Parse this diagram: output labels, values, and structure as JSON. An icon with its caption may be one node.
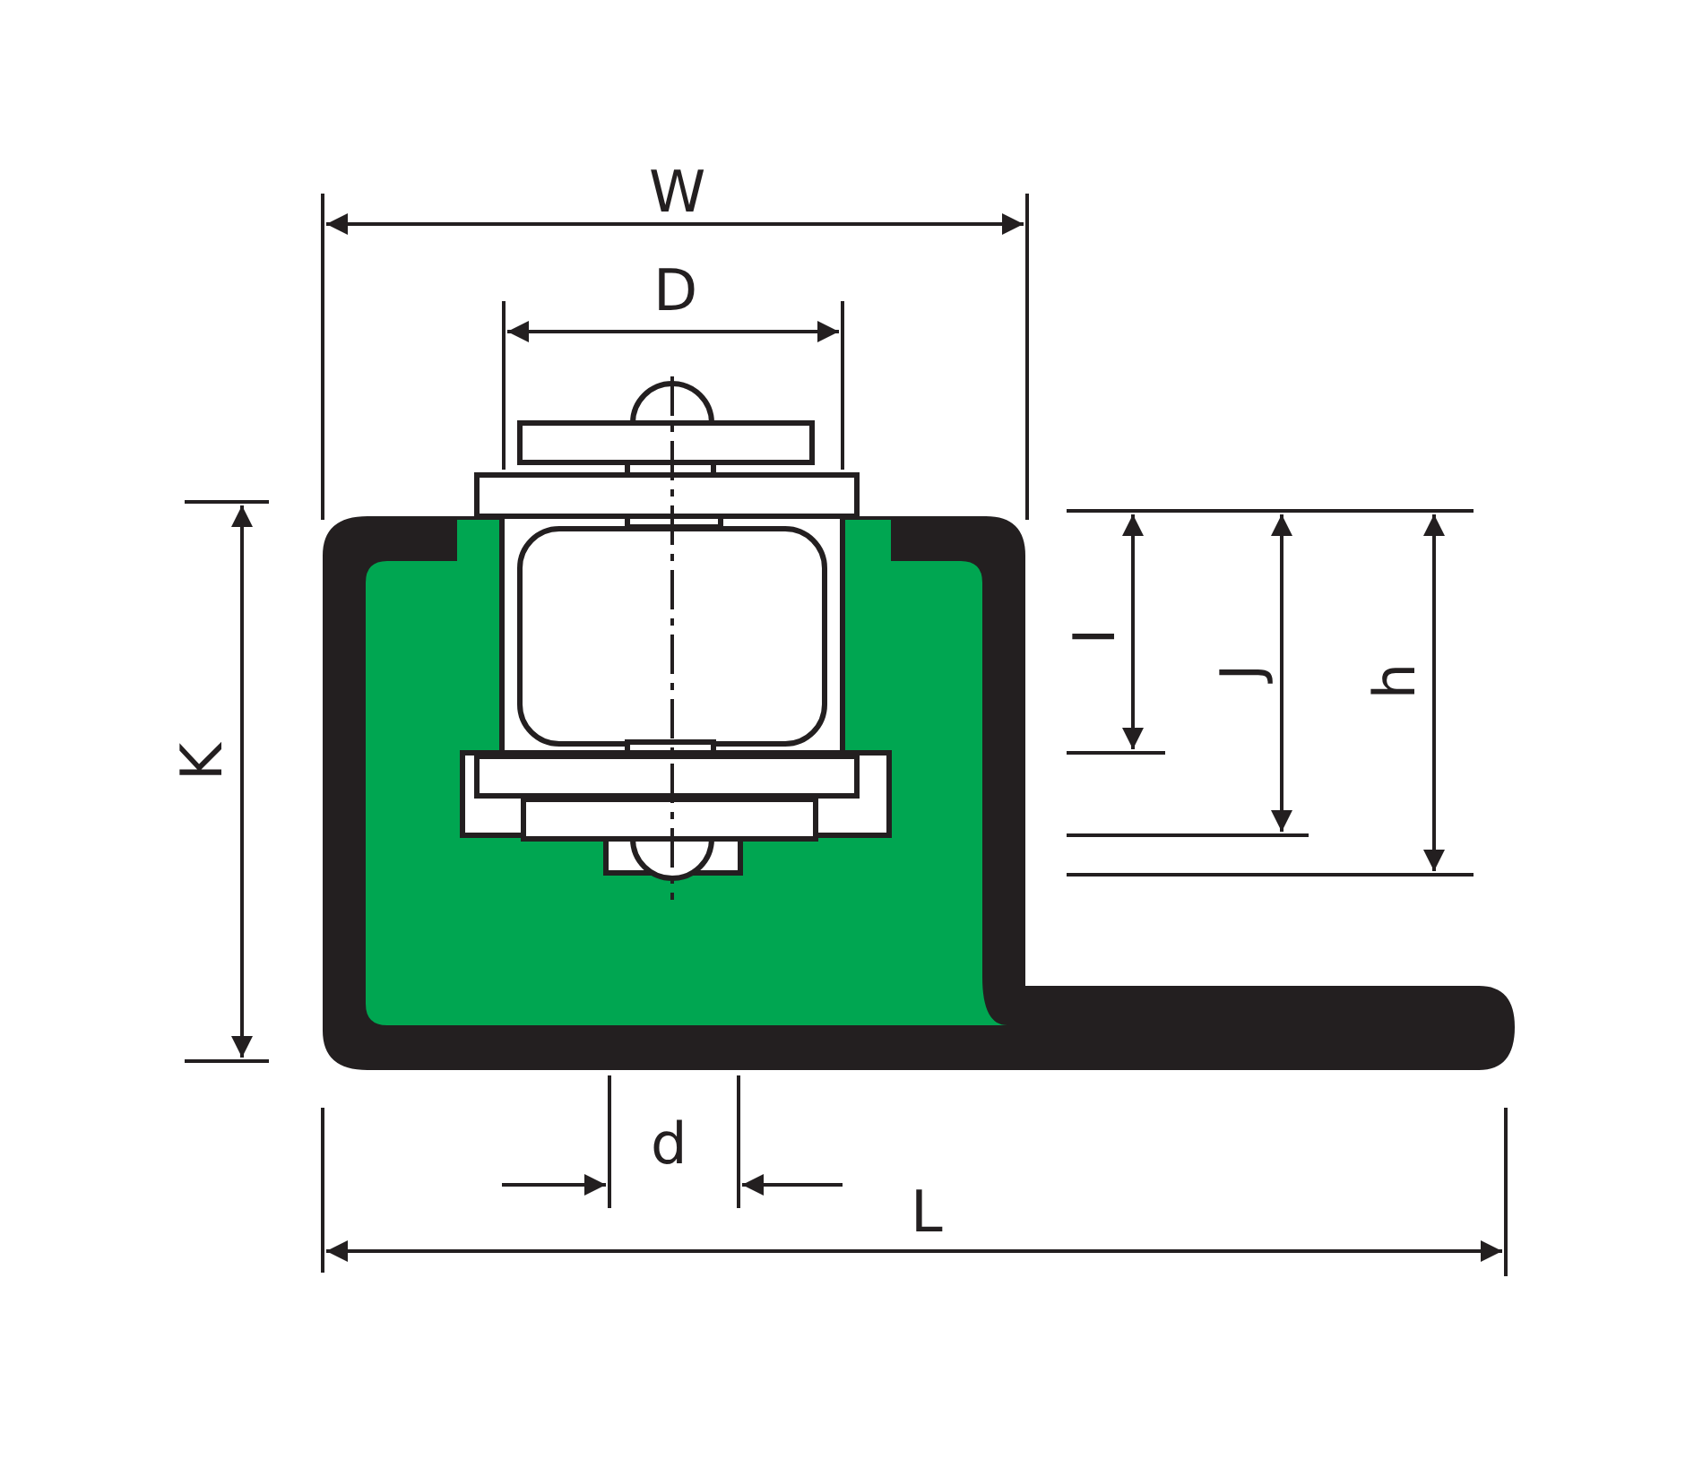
{
  "diagram": {
    "labels": [
      "W",
      "D",
      "K",
      "I",
      "J",
      "h",
      "d",
      "L"
    ]
  }
}
